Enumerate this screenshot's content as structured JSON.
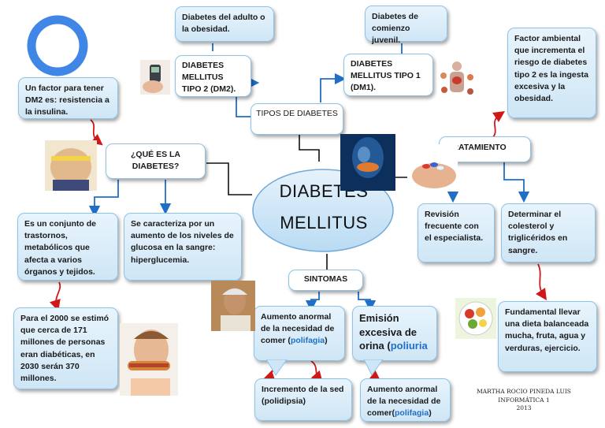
{
  "center": {
    "line1": "DIABETES",
    "line2": "MELLITUS"
  },
  "tipos": {
    "title": "TIPOS DE DIABETES",
    "dm2": "DIABETES MELLITUS TIPO 2 (DM2).",
    "dm2_desc": "Diabetes del adulto o la obesidad.",
    "dm1": "DIABETES MELLITUS TIPO 1 (DM1).",
    "dm1_desc": "Diabetes de comienzo juvenil."
  },
  "que_es": {
    "title": "¿QUÉ ES LA DIABETES?",
    "left": "Es  un conjunto de trastornos, metabólicos que afecta a varios órganos y tejidos.",
    "right": "Se caracteriza por un aumento de los niveles de glucosa en la sangre: hiperglucemia.",
    "dm2_factor": "Un factor para tener DM2 es: resistencia a la insulina.",
    "stat": "Para el 2000 se estimó que cerca de 171 millones de personas eran diabéticas, en 2030 serán 370 millones."
  },
  "tratamiento": {
    "title": "TRATAMIENTO",
    "factor": "Factor ambiental que incrementa el riesgo de diabetes tipo 2 es la ingesta excesiva y la obesidad.",
    "revision": "Revisión frecuente con el especialista.",
    "colesterol": "Determinar  el colesterol y triglicéridos en sangre.",
    "dieta": "Fundamental llevar una dieta balanceada mucha, fruta, agua y verduras, ejercicio."
  },
  "sintomas": {
    "title": "SINTOMAS",
    "s1_text": "Aumento anormal de la necesidad de comer (",
    "s1_term": "polifagia",
    "s1_end": ")",
    "s2_text": "Emisión excesiva de orina (",
    "s2_term": "poliuria",
    "s3": "Incremento de la sed (polidipsia)",
    "s4_text": "Aumento anormal de la necesidad de comer(",
    "s4_term": "polifagia",
    "s4_end": ")"
  },
  "footer": {
    "name": "MARTHA ROCIO PINEDA LUIS",
    "subject": "INFORMÁTICA 1",
    "year": "2013"
  },
  "colors": {
    "box_border": "#8fc3e6",
    "connector_blue": "#1f6fc7",
    "connector_red": "#d01818",
    "connector_black": "#111111",
    "ring": "#3f86e6"
  }
}
